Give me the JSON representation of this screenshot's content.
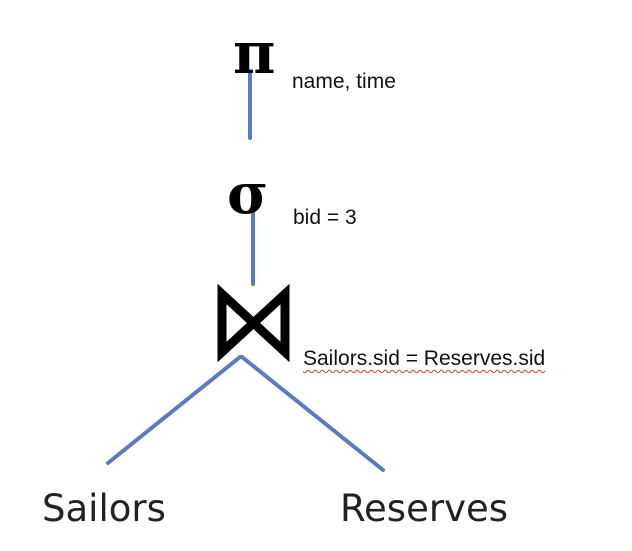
{
  "operators": {
    "projection": {
      "symbol": "π",
      "attributes": "name, time"
    },
    "selection": {
      "symbol": "σ",
      "condition": "bid = 3"
    },
    "join": {
      "symbol": "⋈",
      "condition": "Sailors.sid = Reserves.sid"
    }
  },
  "relations": {
    "left": "Sailors",
    "right": "Reserves"
  },
  "colors": {
    "edge": "#5b7bbf",
    "symbol": "#000000",
    "spellcheck_underline": "#d23a3a"
  }
}
